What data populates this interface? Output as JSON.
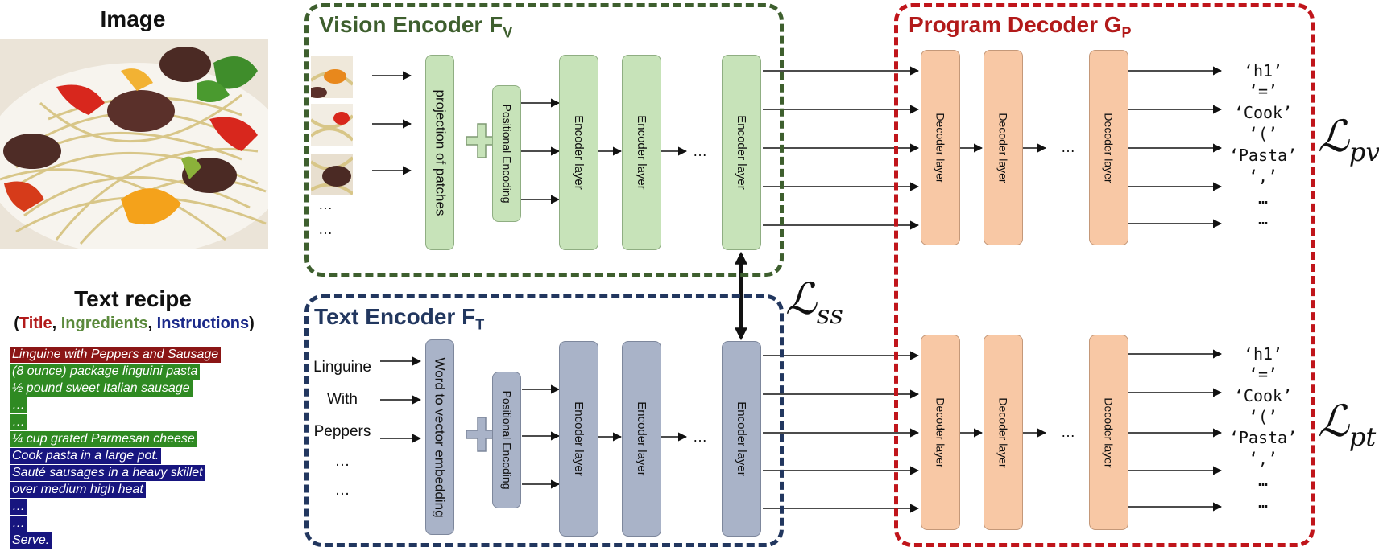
{
  "image_section": {
    "title": "Image"
  },
  "recipe_section": {
    "title": "Text recipe",
    "legend_open": "(",
    "legend_title": "Title",
    "legend_sep1": ", ",
    "legend_ingredients": "Ingredients",
    "legend_sep2": ", ",
    "legend_instructions": "Instructions",
    "legend_close": ")",
    "lines": [
      " Linguine with Peppers and Sausage",
      "(8 ounce) package linguini pasta",
      "½ pound sweet Italian sausage",
      "…",
      "…",
      "¼ cup grated Parmesan cheese",
      "Cook pasta in a large pot.",
      "Sauté sausages in a heavy skillet",
      "over medium high heat",
      "…",
      "…",
      "Serve."
    ]
  },
  "vision_encoder": {
    "title": "Vision Encoder F",
    "subscript": "V",
    "projection_label": "projection of patches",
    "positional_label": "Positional Encoding",
    "layer_label": "Encoder layer",
    "patch_ellipsis": "…",
    "ellipsis": "…"
  },
  "text_encoder": {
    "title": "Text Encoder F",
    "subscript": "T",
    "words": [
      "Linguine",
      "With",
      "Peppers",
      "…",
      "…"
    ],
    "embedding_label": "Word to vector embedding",
    "positional_label": "Positional Encoding",
    "layer_label": "Encoder layer",
    "ellipsis": "…"
  },
  "program_decoder": {
    "title": "Program Decoder G",
    "subscript": "P",
    "layer_label": "Decoder layer",
    "ellipsis": "…",
    "tokens_top": [
      "‘h1’",
      "‘=’",
      "‘Cook’",
      "‘(’",
      "‘Pasta’",
      "‘,’",
      "…",
      "…"
    ],
    "tokens_bottom": [
      "‘h1’",
      "‘=’",
      "‘Cook’",
      "‘(’",
      "‘Pasta’",
      "‘,’",
      "…",
      "…"
    ]
  },
  "losses": {
    "pv_main": "ℒ",
    "pv_sub": "pv",
    "pt_main": "ℒ",
    "pt_sub": "pt",
    "ss_main": "ℒ",
    "ss_sub": "ss"
  },
  "colors": {
    "vision_border": "#3e5f2e",
    "text_border": "#22375f",
    "decoder_border": "#c0151b",
    "title_red": "#b21a1a",
    "ingredients_green": "#5b8a3c",
    "instructions_blue": "#1b2a8a"
  }
}
